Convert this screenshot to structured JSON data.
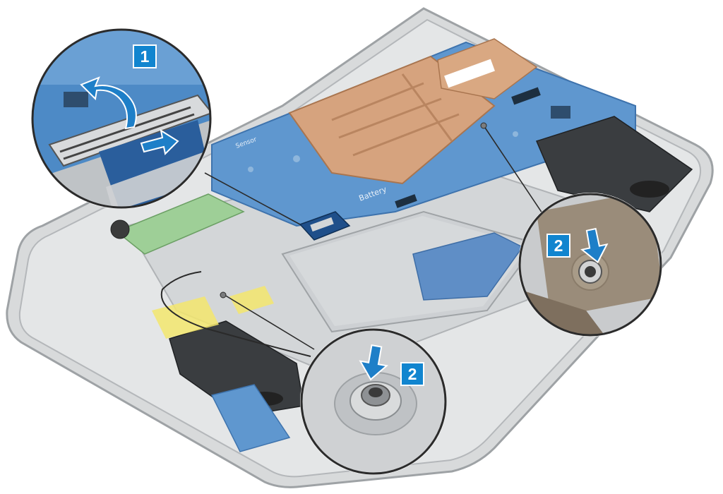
{
  "image": {
    "description_role": "disassembly-step-illustration"
  },
  "callouts": [
    {
      "id": "step-1",
      "label": "1",
      "depicts": "connector-latch-lift-and-cable-pull"
    },
    {
      "id": "step-2a",
      "label": "2",
      "depicts": "screw-press-down"
    },
    {
      "id": "step-2b",
      "label": "2",
      "depicts": "screw-press-down"
    }
  ],
  "board_text": {
    "battery": "Battery",
    "sensor": "Sensor"
  },
  "colors": {
    "badge": "#1185cf",
    "arrow": "#1e7fc8",
    "board": "#5f97cf",
    "heatsink": "#d6a37e",
    "chassis": "#cfd1d3",
    "tape": "#f3e66d",
    "green_card": "#9ecf97"
  }
}
